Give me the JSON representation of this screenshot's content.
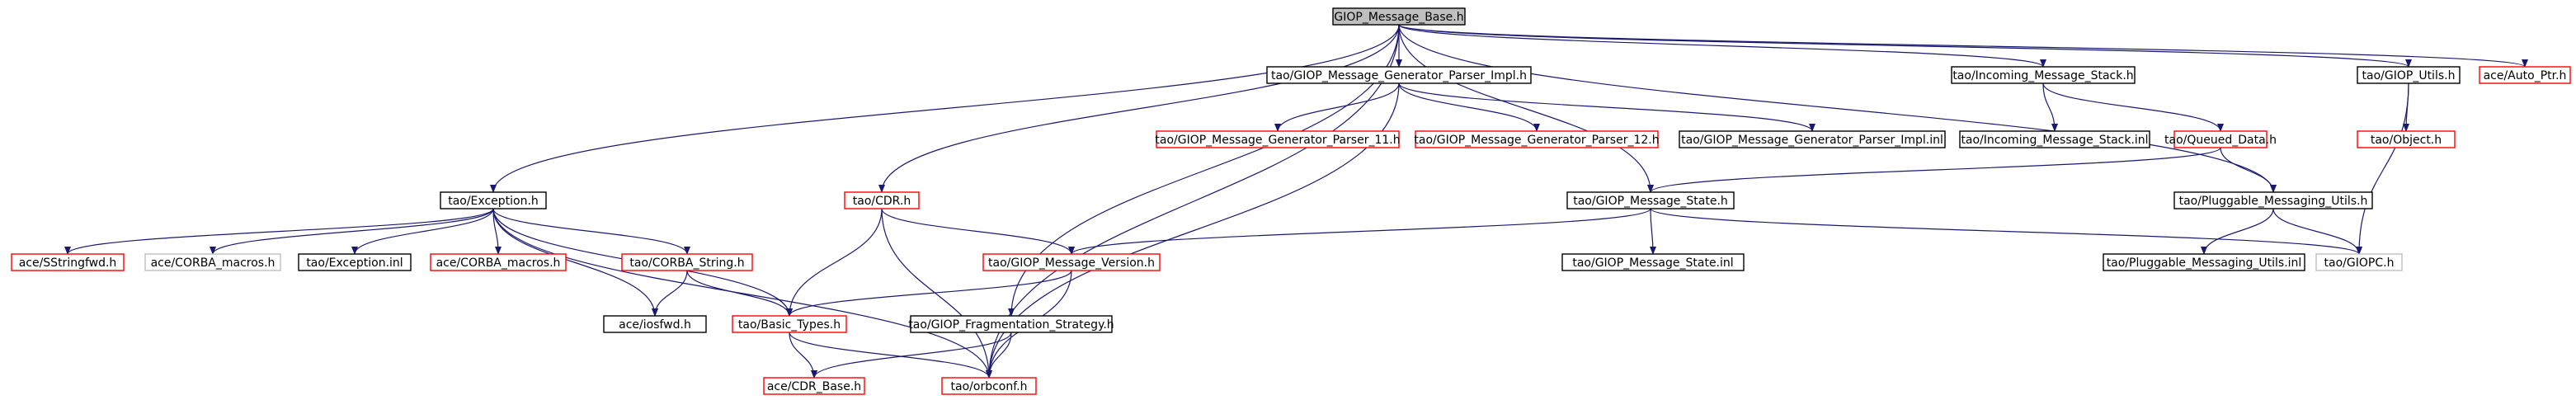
{
  "colors": {
    "root_fill": "#bfbfbf",
    "documented_border": "#000000",
    "undocumented_border": "#ff0000",
    "external_border": "#bfbfbf",
    "edge": "#191970"
  },
  "nodes": [
    {
      "id": "gmb",
      "label": "GIOP_Message_Base.h",
      "kind": "root"
    },
    {
      "id": "exc",
      "label": "tao/Exception.h",
      "kind": "documented"
    },
    {
      "id": "cdr",
      "label": "tao/CDR.h",
      "kind": "undocumented"
    },
    {
      "id": "gfs",
      "label": "tao/GIOP_Fragmentation_Strategy.h",
      "kind": "documented"
    },
    {
      "id": "gmgpi",
      "label": "tao/GIOP_Message_Generator_Parser_Impl.h",
      "kind": "documented"
    },
    {
      "id": "gms",
      "label": "tao/GIOP_Message_State.h",
      "kind": "documented"
    },
    {
      "id": "ims",
      "label": "tao/Incoming_Message_Stack.h",
      "kind": "documented"
    },
    {
      "id": "pmu",
      "label": "tao/Pluggable_Messaging_Utils.h",
      "kind": "documented"
    },
    {
      "id": "gu",
      "label": "tao/GIOP_Utils.h",
      "kind": "documented"
    },
    {
      "id": "aptr",
      "label": "ace/Auto_Ptr.h",
      "kind": "undocumented"
    },
    {
      "id": "ssfwd",
      "label": "ace/SStringfwd.h",
      "kind": "undocumented"
    },
    {
      "id": "acm",
      "label": "ace/CORBA_macros.h",
      "kind": "external"
    },
    {
      "id": "einl",
      "label": "tao/Exception.inl",
      "kind": "documented"
    },
    {
      "id": "acm2",
      "label": "ace/CORBA_macros.h",
      "kind": "undocumented"
    },
    {
      "id": "cstr",
      "label": "tao/CORBA_String.h",
      "kind": "undocumented"
    },
    {
      "id": "iosfwd",
      "label": "ace/iosfwd.h",
      "kind": "documented"
    },
    {
      "id": "bt",
      "label": "tao/Basic_Types.h",
      "kind": "undocumented"
    },
    {
      "id": "cdrb",
      "label": "ace/CDR_Base.h",
      "kind": "undocumented"
    },
    {
      "id": "orbconf",
      "label": "tao/orbconf.h",
      "kind": "undocumented"
    },
    {
      "id": "gmv",
      "label": "tao/GIOP_Message_Version.h",
      "kind": "undocumented"
    },
    {
      "id": "gp11",
      "label": "tao/GIOP_Message_Generator_Parser_11.h",
      "kind": "undocumented"
    },
    {
      "id": "gp12",
      "label": "tao/GIOP_Message_Generator_Parser_12.h",
      "kind": "undocumented"
    },
    {
      "id": "gmgpiinl",
      "label": "tao/GIOP_Message_Generator_Parser_Impl.inl",
      "kind": "documented"
    },
    {
      "id": "imsinl",
      "label": "tao/Incoming_Message_Stack.inl",
      "kind": "documented"
    },
    {
      "id": "qd",
      "label": "tao/Queued_Data.h",
      "kind": "undocumented"
    },
    {
      "id": "gmsinl",
      "label": "tao/GIOP_Message_State.inl",
      "kind": "documented"
    },
    {
      "id": "pmuinl",
      "label": "tao/Pluggable_Messaging_Utils.inl",
      "kind": "documented"
    },
    {
      "id": "giopc",
      "label": "tao/GIOPC.h",
      "kind": "external"
    },
    {
      "id": "obj",
      "label": "tao/Object.h",
      "kind": "undocumented"
    }
  ],
  "edges": [
    [
      "gmb",
      "exc"
    ],
    [
      "gmb",
      "cdr"
    ],
    [
      "gmb",
      "gfs"
    ],
    [
      "gmb",
      "gmgpi"
    ],
    [
      "gmb",
      "gms"
    ],
    [
      "gmb",
      "ims"
    ],
    [
      "gmb",
      "pmu"
    ],
    [
      "gmb",
      "gu"
    ],
    [
      "gmb",
      "aptr"
    ],
    [
      "gmb",
      "orbconf"
    ],
    [
      "exc",
      "ssfwd"
    ],
    [
      "exc",
      "acm"
    ],
    [
      "exc",
      "einl"
    ],
    [
      "exc",
      "acm2"
    ],
    [
      "exc",
      "cstr"
    ],
    [
      "exc",
      "iosfwd"
    ],
    [
      "exc",
      "bt"
    ],
    [
      "exc",
      "orbconf"
    ],
    [
      "cstr",
      "iosfwd"
    ],
    [
      "cstr",
      "bt"
    ],
    [
      "bt",
      "cdrb"
    ],
    [
      "bt",
      "orbconf"
    ],
    [
      "cdr",
      "bt"
    ],
    [
      "cdr",
      "gmv"
    ],
    [
      "cdr",
      "orbconf"
    ],
    [
      "gmv",
      "bt"
    ],
    [
      "gmv",
      "orbconf"
    ],
    [
      "gfs",
      "cdrb"
    ],
    [
      "gfs",
      "orbconf"
    ],
    [
      "gmgpi",
      "gp11"
    ],
    [
      "gmgpi",
      "gp12"
    ],
    [
      "gmgpi",
      "gmgpiinl"
    ],
    [
      "gmgpi",
      "orbconf"
    ],
    [
      "gms",
      "gmv"
    ],
    [
      "gms",
      "gmsinl"
    ],
    [
      "gms",
      "giopc"
    ],
    [
      "ims",
      "imsinl"
    ],
    [
      "ims",
      "qd"
    ],
    [
      "qd",
      "gms"
    ],
    [
      "qd",
      "pmu"
    ],
    [
      "pmu",
      "pmuinl"
    ],
    [
      "pmu",
      "giopc"
    ],
    [
      "gu",
      "obj"
    ],
    [
      "gu",
      "giopc"
    ]
  ]
}
